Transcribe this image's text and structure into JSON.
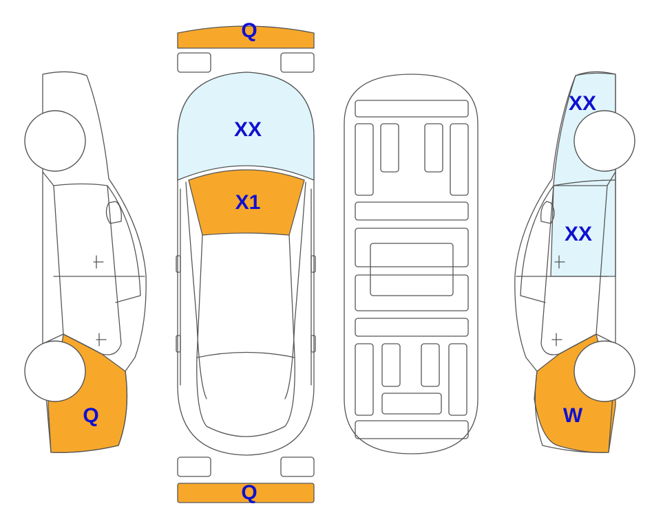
{
  "colors": {
    "damage_orange": "#F7A82B",
    "damage_lightblue": "#DFF5FB",
    "label_blue": "#1010D0",
    "outline": "#555555"
  },
  "labels": {
    "front_bumper": "Q",
    "windshield": "XX",
    "hood": "X1",
    "rear_bumper": "Q",
    "left_front_fender": "Q",
    "right_rear_glass": "XX",
    "right_rear_door": "XX",
    "right_front_fender": "W"
  }
}
